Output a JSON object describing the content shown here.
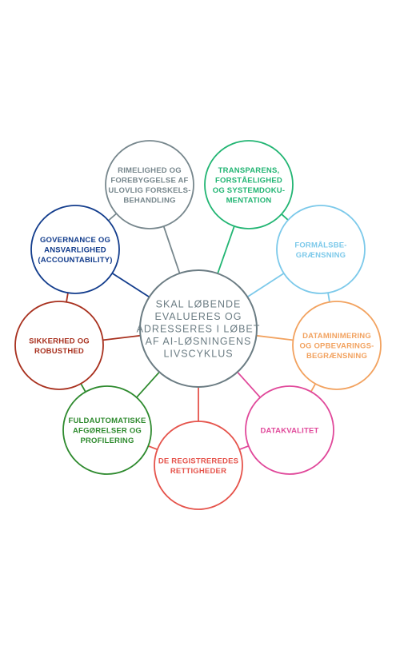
{
  "diagram": {
    "center": {
      "lines": [
        "SKAL LØBENDE",
        "EVALUERES OG",
        "ADRESSERES I LØBET",
        "AF AI-LØSNINGENS",
        "LIVSCYKLUS"
      ],
      "color": "#6b7c83"
    },
    "nodes": [
      {
        "id": "rimelighed",
        "color": "#77878d",
        "lines": [
          "RIMELIGHED OG",
          "FOREBYGGELSE AF",
          "ULOVLIG FORSKELS-",
          "BEHANDLING"
        ]
      },
      {
        "id": "transparens",
        "color": "#22b573",
        "lines": [
          "TRANSPARENS,",
          "FORSTÅELIGHED",
          "OG SYSTEMDOKU-",
          "MENTATION"
        ]
      },
      {
        "id": "formaal",
        "color": "#7cc9ea",
        "lines": [
          "FORMÅLSBE-",
          "GRÆNSNING"
        ]
      },
      {
        "id": "dataminimering",
        "color": "#f2a25f",
        "lines": [
          "DATAMINIMERING",
          "OG OPBEVARINGS-",
          "BEGRÆNSNING"
        ]
      },
      {
        "id": "datakvalitet",
        "color": "#e0489a",
        "lines": [
          "DATAKVALITET"
        ]
      },
      {
        "id": "rettigheder",
        "color": "#e5534b",
        "lines": [
          "DE REGISTREREDES",
          "RETTIGHEDER"
        ]
      },
      {
        "id": "fuldautomatiske",
        "color": "#2e8a2e",
        "lines": [
          "FULDAUTOMATISKE",
          "AFGØRELSER OG",
          "PROFILERING"
        ]
      },
      {
        "id": "sikkerhed",
        "color": "#a8301e",
        "lines": [
          "SIKKERHED OG",
          "ROBUSTHED"
        ]
      },
      {
        "id": "governance",
        "color": "#123c8c",
        "lines": [
          "GOVERNANCE OG",
          "ANSVARLIGHED",
          "(ACCOUNTABILITY)"
        ]
      }
    ]
  }
}
